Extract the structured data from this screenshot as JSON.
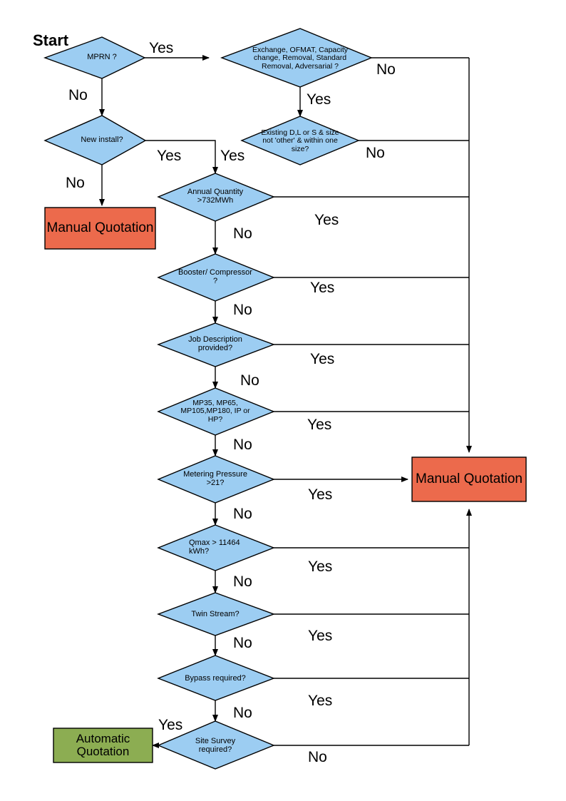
{
  "diagram": {
    "title_label": "Start",
    "colors": {
      "decision_fill": "#9CCDF2",
      "decision_stroke": "#000000",
      "manual_fill": "#EC6A4C",
      "automatic_fill": "#8CAD52",
      "line": "#000000"
    },
    "nodes": [
      {
        "id": "mprn",
        "type": "decision",
        "text": "MPRN ?"
      },
      {
        "id": "exchange",
        "type": "decision",
        "text": "Exchange, OFMAT, Capacity change, Removal, Standard Removal, Adversarial ?"
      },
      {
        "id": "newinst",
        "type": "decision",
        "text": "New install?"
      },
      {
        "id": "existing",
        "type": "decision",
        "text": "Existing D,L or S & size not 'other' & within one size?"
      },
      {
        "id": "annual",
        "type": "decision",
        "text": "Annual Quantity >732MWh"
      },
      {
        "id": "booster",
        "type": "decision",
        "text": "Booster/ Compressor ?"
      },
      {
        "id": "jobdesc",
        "type": "decision",
        "text": "Job Description provided?"
      },
      {
        "id": "mpclass",
        "type": "decision",
        "text": "MP35, MP65, MP105,MP180, IP or HP?"
      },
      {
        "id": "metering",
        "type": "decision",
        "text": "Metering Pressure >21?"
      },
      {
        "id": "qmax",
        "type": "decision",
        "text": "Qmax > 11464 kWh?"
      },
      {
        "id": "twin",
        "type": "decision",
        "text": "Twin Stream?"
      },
      {
        "id": "bypass",
        "type": "decision",
        "text": "Bypass required?"
      },
      {
        "id": "sitesurvey",
        "type": "decision",
        "text": "Site Survey required?"
      },
      {
        "id": "manual1",
        "type": "terminal",
        "text": "Manual Quotation"
      },
      {
        "id": "manual2",
        "type": "terminal",
        "text": "Manual Quotation"
      },
      {
        "id": "automatic",
        "type": "terminal",
        "text": "Automatic Quotation"
      }
    ],
    "edge_labels": [
      {
        "id": "e1",
        "text": "Yes"
      },
      {
        "id": "e2",
        "text": "No"
      },
      {
        "id": "e3",
        "text": "No"
      },
      {
        "id": "e4",
        "text": "Yes"
      },
      {
        "id": "e5",
        "text": "Yes"
      },
      {
        "id": "e6",
        "text": "Yes"
      },
      {
        "id": "e7",
        "text": "No"
      },
      {
        "id": "e8",
        "text": "No"
      },
      {
        "id": "e9",
        "text": "Yes"
      },
      {
        "id": "e10",
        "text": "No"
      },
      {
        "id": "e11",
        "text": "Yes"
      },
      {
        "id": "e12",
        "text": "No"
      },
      {
        "id": "e13",
        "text": "Yes"
      },
      {
        "id": "e14",
        "text": "No"
      },
      {
        "id": "e15",
        "text": "Yes"
      },
      {
        "id": "e16",
        "text": "No"
      },
      {
        "id": "e17",
        "text": "Yes"
      },
      {
        "id": "e18",
        "text": "No"
      },
      {
        "id": "e19",
        "text": "Yes"
      },
      {
        "id": "e20",
        "text": "No"
      },
      {
        "id": "e21",
        "text": "Yes"
      },
      {
        "id": "e22",
        "text": "No"
      },
      {
        "id": "e23",
        "text": "Yes"
      },
      {
        "id": "e24",
        "text": "No"
      },
      {
        "id": "e25",
        "text": "Yes"
      }
    ]
  }
}
